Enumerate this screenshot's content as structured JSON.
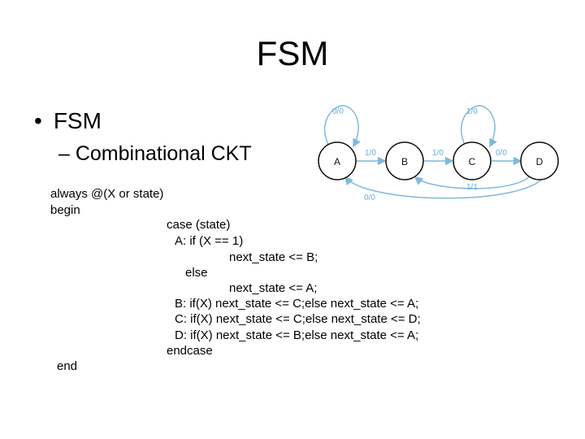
{
  "slide": {
    "title": "FSM",
    "bullet_symbol": "•",
    "bullet": "FSM",
    "sub_bullet": "– Combinational CKT"
  },
  "code": [
    "always @(X or state)",
    "begin",
    "case (state)",
    "A: if (X == 1)",
    "next_state <= B;",
    "else",
    "next_state <= A;",
    "B: if(X) next_state <= C;else next_state <= A;",
    "C: if(X) next_state <= C;else next_state <= D;",
    "D: if(X) next_state <= B;else next_state <= A;",
    "endcase",
    "end"
  ],
  "diagram": {
    "states": [
      "A",
      "B",
      "C",
      "D"
    ],
    "labels": {
      "a_self": "0/0",
      "c_self": "1/0",
      "a_to_b": "1/0",
      "b_to_c": "1/0",
      "c_to_d": "0/0",
      "d_to_b": "1/1",
      "d_to_a": "0/0"
    },
    "colors": {
      "edge": "#7fb9dc",
      "label": "#6aaed6",
      "node_border": "#111111"
    }
  }
}
